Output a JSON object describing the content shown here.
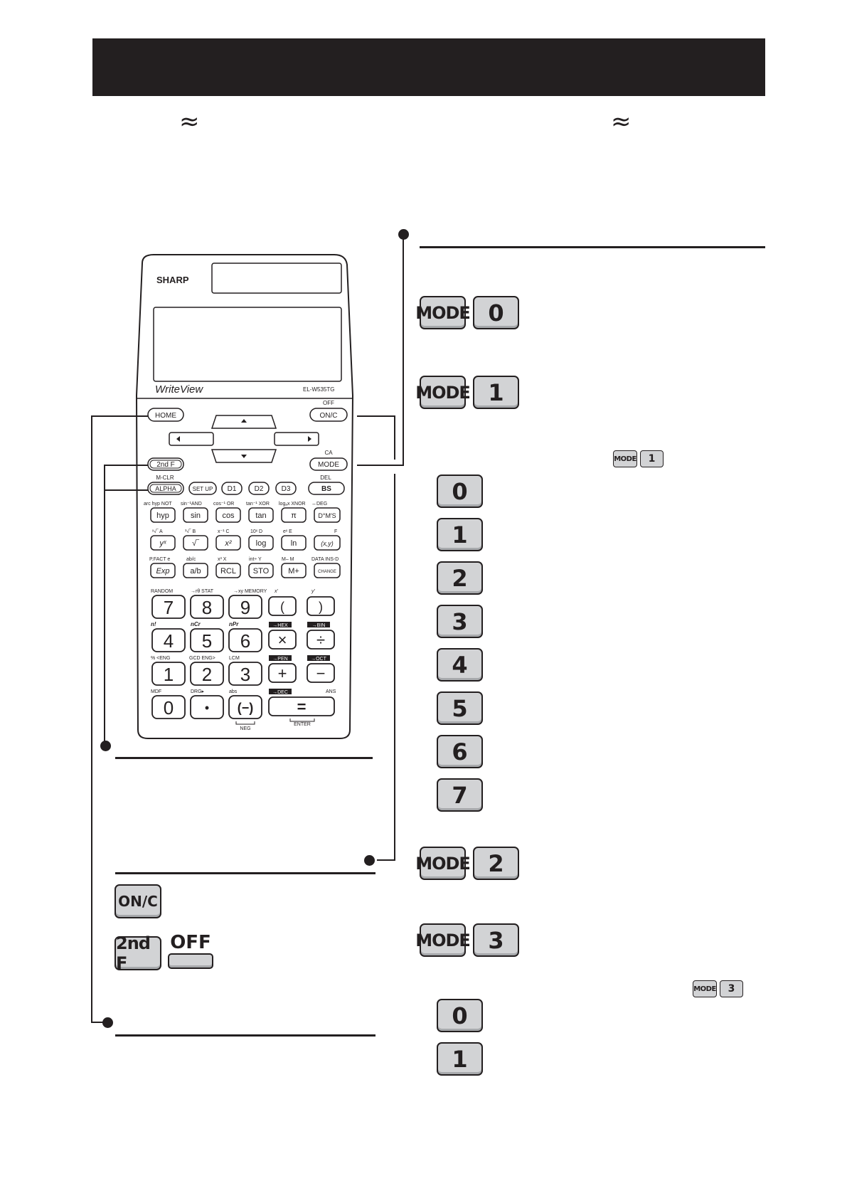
{
  "header": {
    "approx_left": "≈",
    "approx_right": "≈"
  },
  "calculator": {
    "brand": "SHARP",
    "logo": "WriteView",
    "model": "EL-W535TG",
    "keys": {
      "home": "HOME",
      "off_label": "OFF",
      "on_c": "ON/C",
      "second_f": "2nd F",
      "ca_label": "CA",
      "mode": "MODE",
      "mclr_label": "M-CLR",
      "del_label": "DEL",
      "alpha": "ALPHA",
      "setup": "SET UP",
      "d1": "D1",
      "d2": "D2",
      "d3": "D3",
      "bs": "BS",
      "row3_labels": [
        "arc hyp NOT",
        "sin⁻¹AND",
        "cos⁻¹ OR",
        "tan⁻¹ XOR",
        "logₐx XNOR",
        "↔DEG"
      ],
      "row3": [
        "hyp",
        "sin",
        "cos",
        "tan",
        "π",
        "D°M′S"
      ],
      "row4_labels": [
        "ˣ√‾  A",
        "³√‾  B",
        "x⁻¹  C",
        "10ˣ  D",
        "eˣ  E",
        "F"
      ],
      "row4": [
        "yˣ",
        "√‾",
        "x²",
        "log",
        "ln",
        "(x,y)"
      ],
      "row5_labels": [
        "P.FACT e",
        "ab/c",
        "x³  X",
        "int÷  Y",
        "M–  M",
        "DATA INS-D"
      ],
      "row5": [
        "Exp",
        "a/b",
        "RCL",
        "STO",
        "M+",
        "CHANGE"
      ],
      "row6_labels": [
        "RANDOM",
        "→rθ  STAT",
        "→xy MEMORY",
        "x'",
        "y'"
      ],
      "row6": [
        "7",
        "8",
        "9",
        "(",
        ")"
      ],
      "row7_labels": [
        "n!",
        "nCr",
        "nPr",
        "→HEX",
        "→BIN"
      ],
      "row7": [
        "4",
        "5",
        "6",
        "×",
        "÷"
      ],
      "row8_labels": [
        "%  <ENG",
        "GCD  ENG>",
        "LCM",
        "→PEN",
        "→OCT"
      ],
      "row8": [
        "1",
        "2",
        "3",
        "+",
        "−"
      ],
      "row9_labels": [
        "MDF",
        "DRG▸",
        "abs",
        "→DEC",
        "ANS"
      ],
      "row9": [
        "0",
        "•",
        "(−)",
        "="
      ],
      "neg_label": "NEG",
      "enter_label": "ENTER"
    }
  },
  "left_column": {
    "on_c_key": "ON/C",
    "second_f_key": "2nd F",
    "off_key": "OFF"
  },
  "right_column": {
    "mode_key": "MODE",
    "mode_sequences": [
      {
        "mode": "MODE",
        "num": "0"
      },
      {
        "mode": "MODE",
        "num": "1"
      },
      {
        "mode": "MODE",
        "num": "2"
      },
      {
        "mode": "MODE",
        "num": "3"
      }
    ],
    "mode1_hint": {
      "mode": "MODE",
      "num": "1"
    },
    "mode1_submenu": [
      "0",
      "1",
      "2",
      "3",
      "4",
      "5",
      "6",
      "7"
    ],
    "mode3_hint": {
      "mode": "MODE",
      "num": "3"
    },
    "mode3_submenu": [
      "0",
      "1"
    ]
  }
}
